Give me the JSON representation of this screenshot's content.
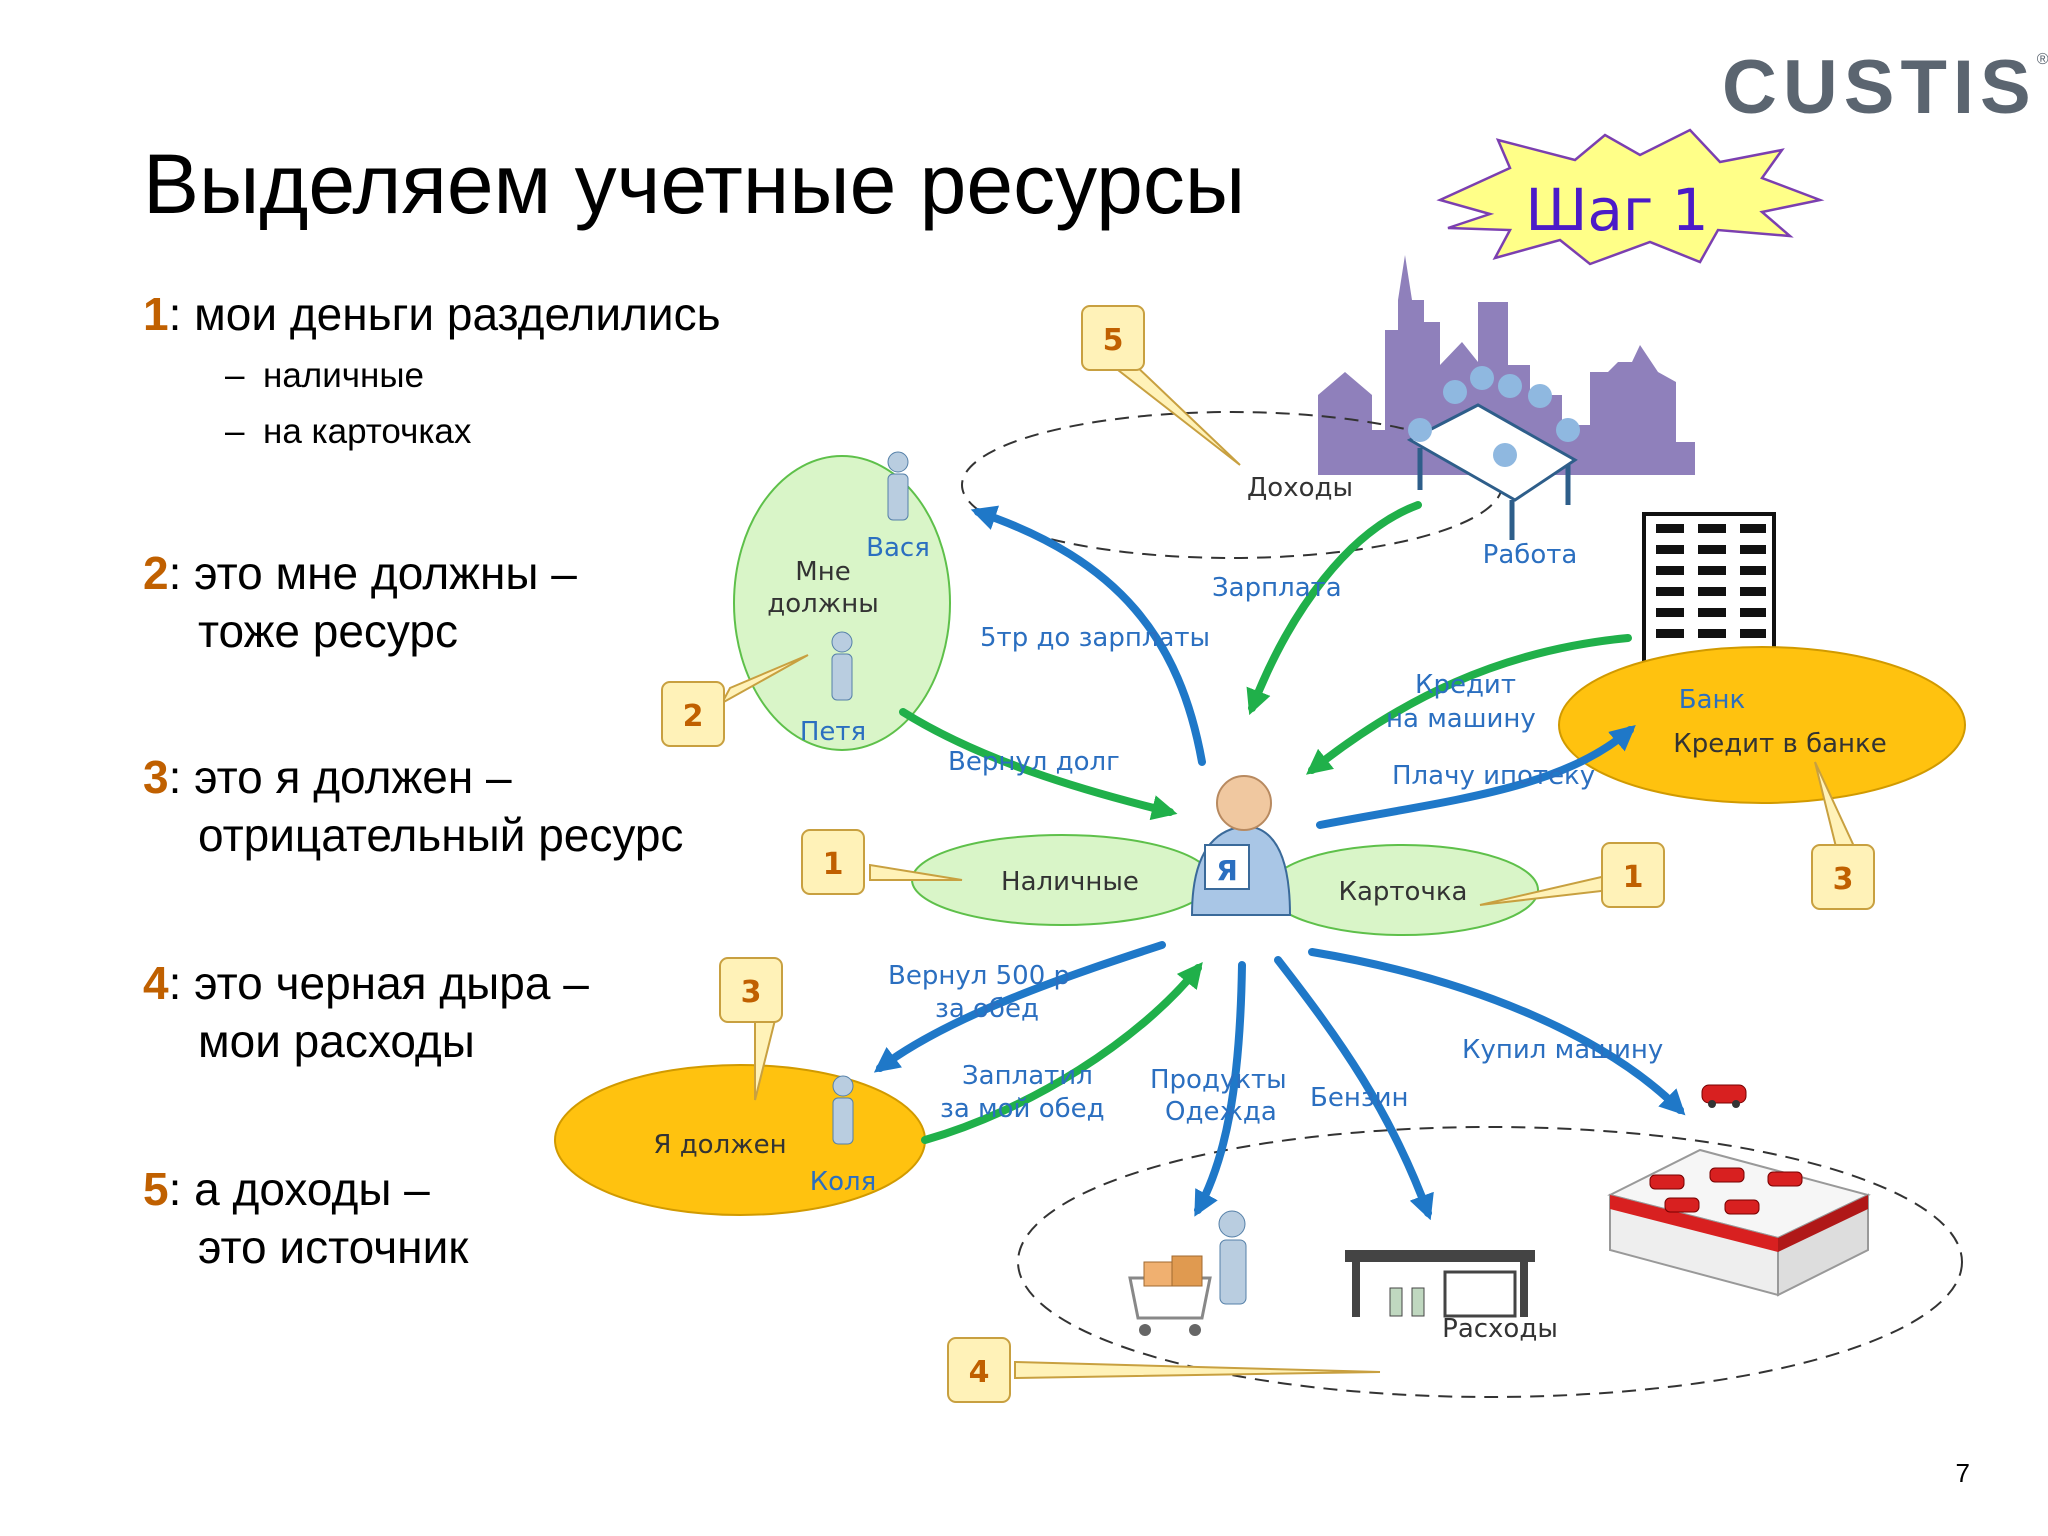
{
  "logo": {
    "text": "CUSTIS",
    "reg": "®"
  },
  "title": "Выделяем учетные ресурсы",
  "step_badge": "Шаг 1",
  "points": [
    {
      "num": "1",
      "line1": ": мои деньги разделились",
      "line2": "",
      "subitems": [
        "наличные",
        "на карточках"
      ]
    },
    {
      "num": "2",
      "line1": ": это мне должны –",
      "line2": "тоже ресурс"
    },
    {
      "num": "3",
      "line1": ": это я должен –",
      "line2": "отрицательный ресурс"
    },
    {
      "num": "4",
      "line1": ": это черная дыра –",
      "line2": "мои расходы"
    },
    {
      "num": "5",
      "line1": ": а доходы –",
      "line2": "это источник"
    }
  ],
  "dash": "–",
  "diagram": {
    "me_label": "Я",
    "zones": {
      "income": "Доходы",
      "owed_to_me_1": "Мне",
      "owed_to_me_2": "должны",
      "cash": "Наличные",
      "card": "Карточка",
      "bank": "Банк",
      "bank_credit": "Кредит в банке",
      "i_owe": "Я должен",
      "expenses": "Расходы"
    },
    "people": {
      "vasya": "Вася",
      "petya": "Петя",
      "kolya": "Коля",
      "work": "Работа"
    },
    "flows": {
      "salary": "Зарплата",
      "advance": "5тр до зарплаты",
      "debt_returned": "Вернул долг",
      "car_credit_1": "Кредит",
      "car_credit_2": "на машину",
      "mortgage": "Плачу ипотеку",
      "lunch_return_1": "Вернул 500 р",
      "lunch_return_2": "за обед",
      "lunch_paid_1": "Заплатил",
      "lunch_paid_2": "за мой обед",
      "groceries_1": "Продукты",
      "groceries_2": "Одежда",
      "fuel": "Бензин",
      "car_bought": "Купил машину"
    },
    "callouts": [
      "5",
      "2",
      "1",
      "1",
      "3",
      "3",
      "4"
    ]
  },
  "page_number": "7",
  "colors": {
    "accent_number": "#c06000",
    "green_zone": "#d9f5c8",
    "yellow_zone": "#ffc20f",
    "blue_arrow": "#1f78c8",
    "green_arrow": "#20b04a",
    "blue_text": "#2b6fc0",
    "callout_fill": "#fff2b8",
    "callout_stroke": "#c8a040",
    "building_purple": "#8f80bb"
  }
}
